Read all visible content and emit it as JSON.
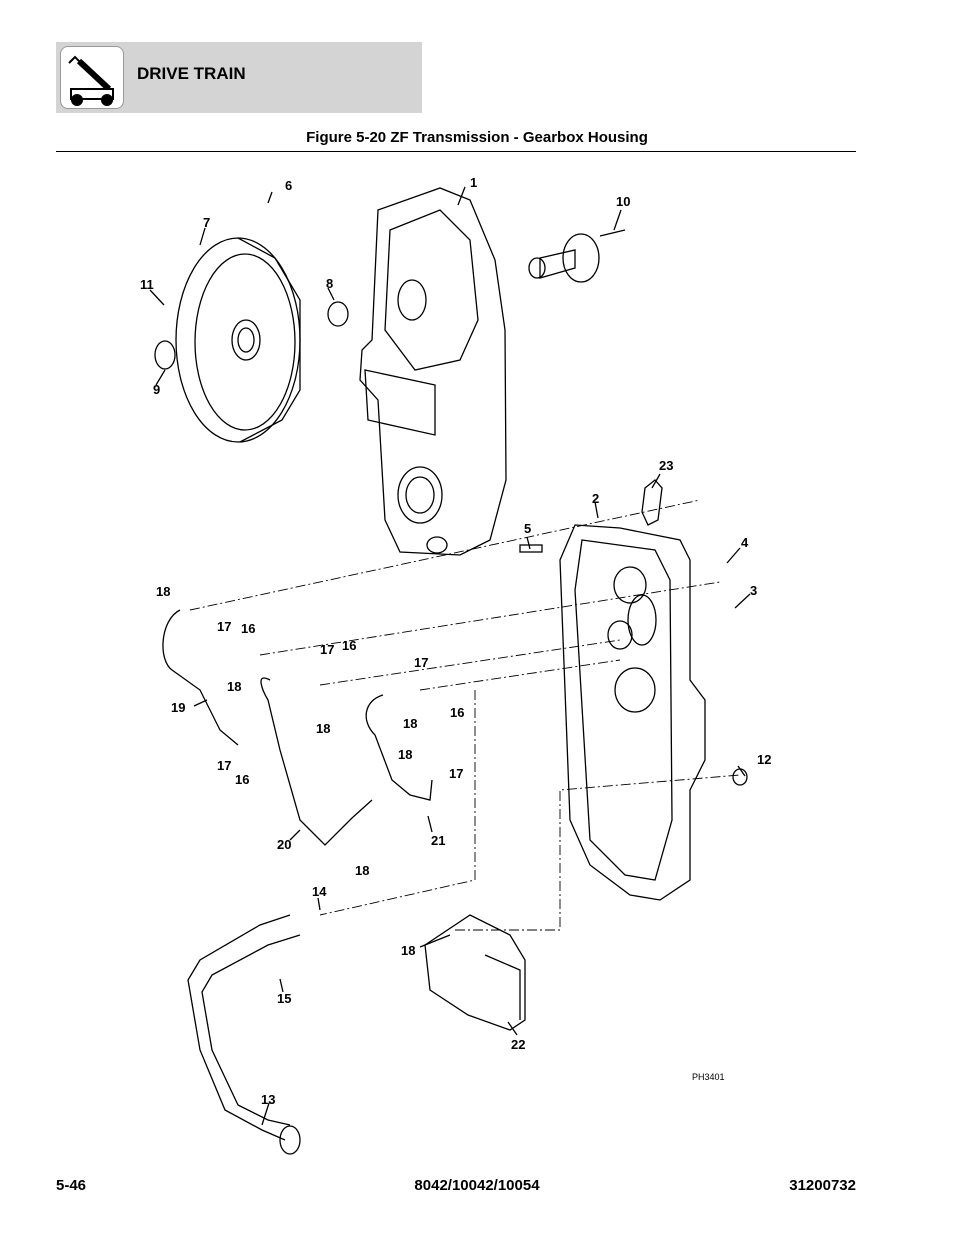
{
  "header": {
    "section_title": "DRIVE TRAIN"
  },
  "figure": {
    "title": "Figure 5-20 ZF Transmission - Gearbox Housing",
    "image_id": "PH3401"
  },
  "callouts": [
    "1",
    "2",
    "3",
    "4",
    "5",
    "6",
    "7",
    "8",
    "9",
    "10",
    "11",
    "12",
    "13",
    "14",
    "15",
    "16",
    "16",
    "16",
    "16",
    "17",
    "17",
    "17",
    "17",
    "17",
    "18",
    "18",
    "18",
    "18",
    "18",
    "18",
    "18",
    "19",
    "20",
    "21",
    "22",
    "23"
  ],
  "footer": {
    "page": "5-46",
    "model": "8042/10042/10054",
    "doc_number": "31200732"
  }
}
